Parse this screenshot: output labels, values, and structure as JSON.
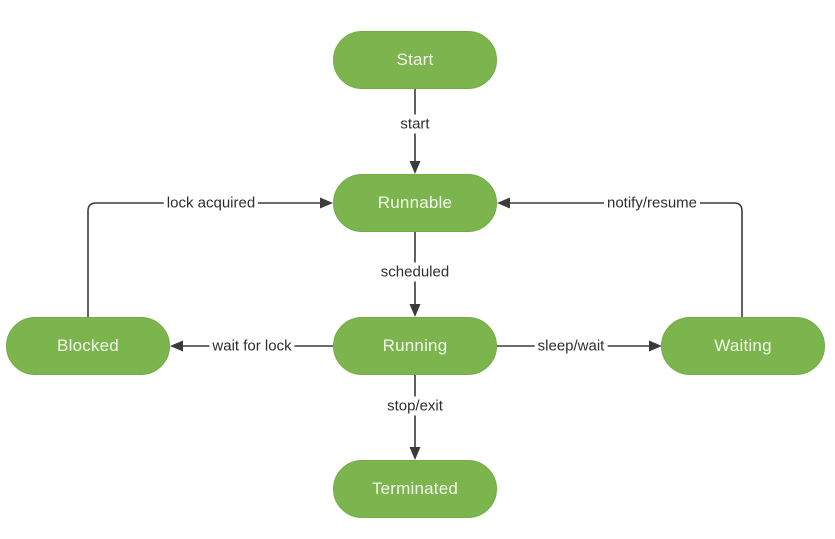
{
  "diagram": {
    "type": "state-diagram",
    "background": "#ffffff"
  },
  "colors": {
    "node_fill": "#7cb54e",
    "node_text": "#f1f6ea",
    "line": "#3b3b3b",
    "label_text": "#2e2e2e",
    "background": "#ffffff"
  },
  "nodes": [
    {
      "id": "start",
      "label": "Start"
    },
    {
      "id": "runnable",
      "label": "Runnable"
    },
    {
      "id": "running",
      "label": "Running"
    },
    {
      "id": "terminated",
      "label": "Terminated"
    },
    {
      "id": "blocked",
      "label": "Blocked"
    },
    {
      "id": "waiting",
      "label": "Waiting"
    }
  ],
  "edges": [
    {
      "from": "start",
      "to": "runnable",
      "label": "start"
    },
    {
      "from": "runnable",
      "to": "running",
      "label": "scheduled"
    },
    {
      "from": "running",
      "to": "terminated",
      "label": "stop/exit"
    },
    {
      "from": "running",
      "to": "blocked",
      "label": "wait for lock"
    },
    {
      "from": "blocked",
      "to": "runnable",
      "label": "lock acquired"
    },
    {
      "from": "running",
      "to": "waiting",
      "label": "sleep/wait"
    },
    {
      "from": "waiting",
      "to": "runnable",
      "label": "notify/resume"
    }
  ]
}
